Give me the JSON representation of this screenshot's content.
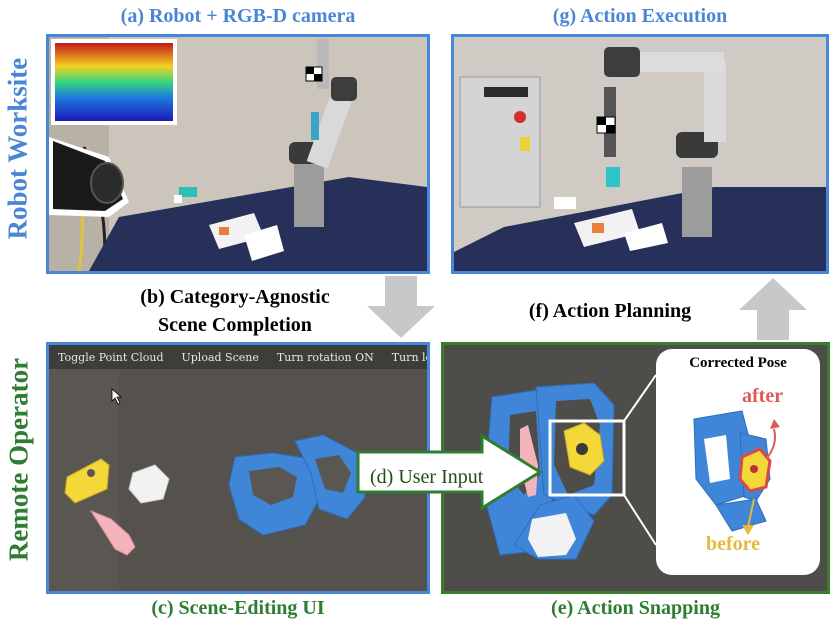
{
  "side_labels": {
    "top": "Robot Worksite",
    "bottom": "Remote Operator"
  },
  "captions": {
    "a": "(a) Robot + RGB-D camera",
    "g": "(g) Action Execution",
    "b_line1": "(b) Category-Agnostic",
    "b_line2": "Scene Completion",
    "f": "(f) Action Planning",
    "c": "(c) Scene-Editing UI",
    "e": "(e) Action Snapping"
  },
  "ui_toolbar": {
    "toggle_point_cloud": "Toggle Point Cloud",
    "upload_scene": "Upload Scene",
    "turn_rotation": "Turn rotation ON",
    "turn_local_frame": "Turn local frame ON"
  },
  "user_input": "(d) User Input",
  "callout": {
    "title": "Corrected Pose",
    "after": "after",
    "before": "before"
  },
  "colors": {
    "worksite_blue": "#4a86d6",
    "operator_green": "#2e7d32",
    "arrow_gray": "#c8c8c8",
    "object_blue": "#3f86d8"
  }
}
